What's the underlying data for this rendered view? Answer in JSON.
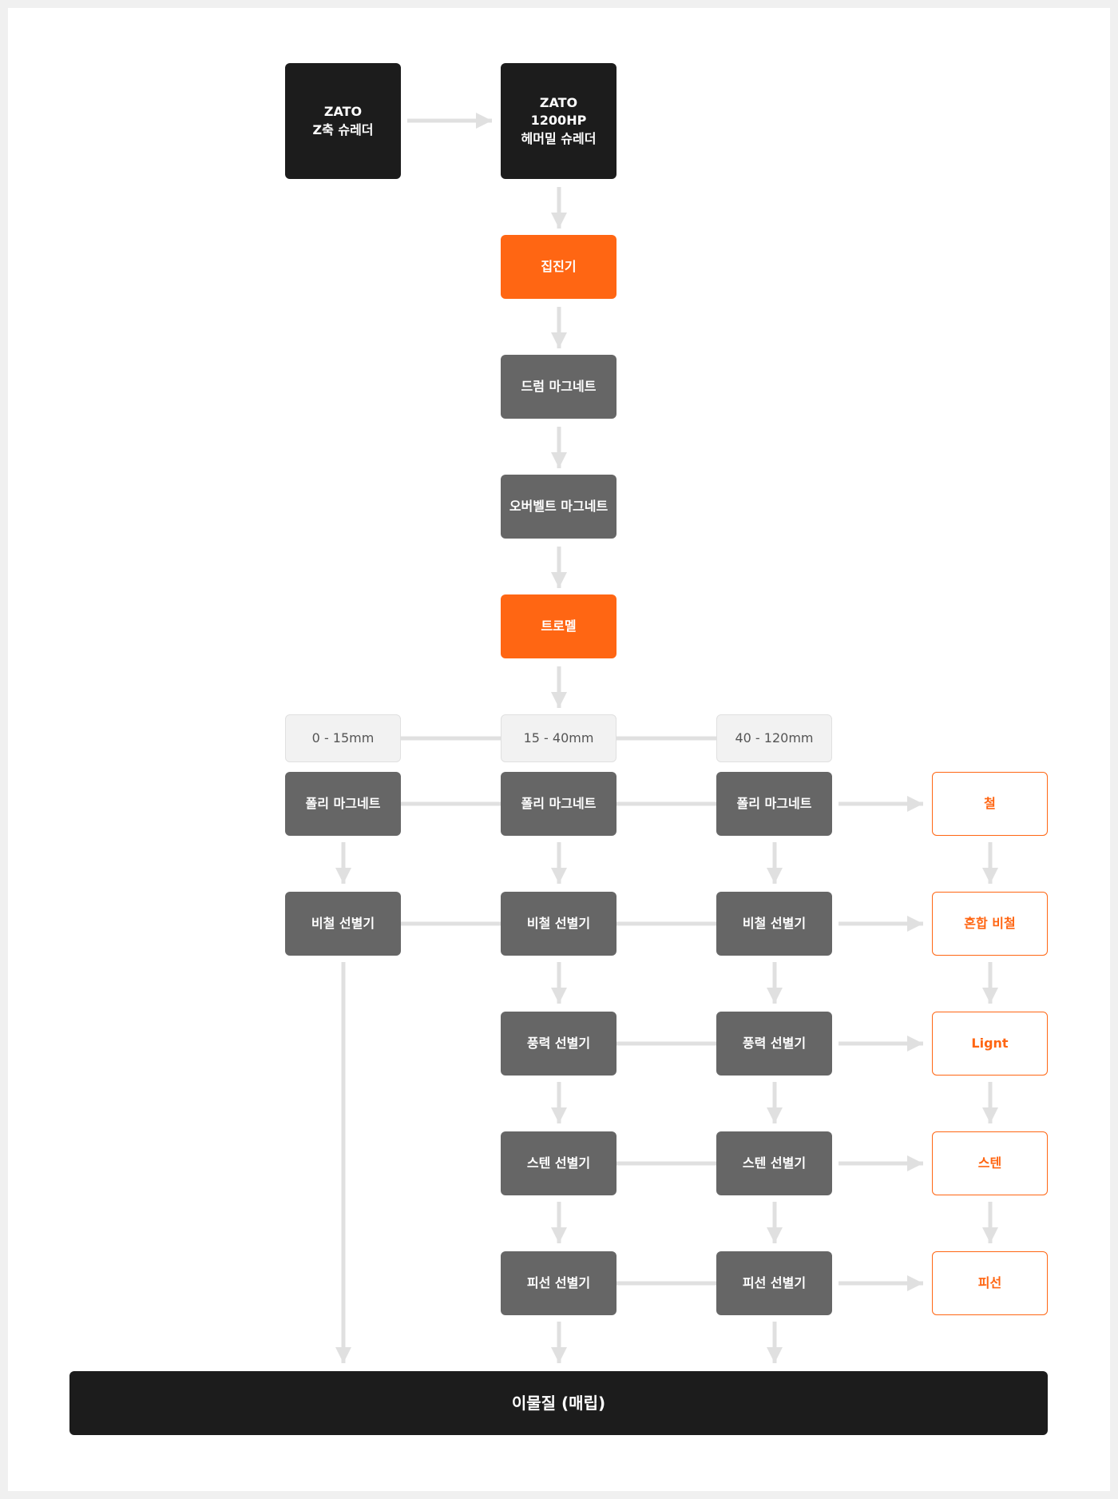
{
  "flow": {
    "shredder_z": "ZATO\nZ축 슈레더",
    "shredder_hammer": "ZATO\n1200HP\n헤머밀 슈레더",
    "collector": "집진기",
    "drum_magnet": "드럼 마그네트",
    "overbelt_magnet": "오버벨트 마그네트",
    "trommel": "트로멜"
  },
  "size_ranges": [
    "0 - 15mm",
    "15 - 40mm",
    "40 - 120mm"
  ],
  "columns": {
    "small": [
      "폴리 마그네트",
      "비철 선별기"
    ],
    "medium": [
      "폴리 마그네트",
      "비철 선별기",
      "풍력 선별기",
      "스텐 선별기",
      "피선 선별기"
    ],
    "large": [
      "폴리 마그네트",
      "비철 선별기",
      "풍력 선별기",
      "스텐 선별기",
      "피선 선별기"
    ]
  },
  "outputs": [
    "철",
    "혼합 비철",
    "Lignt",
    "스텐",
    "피선"
  ],
  "residue": "이물질 (매립)",
  "colors": {
    "black": "#1c1c1c",
    "orange": "#ff6613",
    "gray": "#666666",
    "line": "#e0e0e0"
  }
}
